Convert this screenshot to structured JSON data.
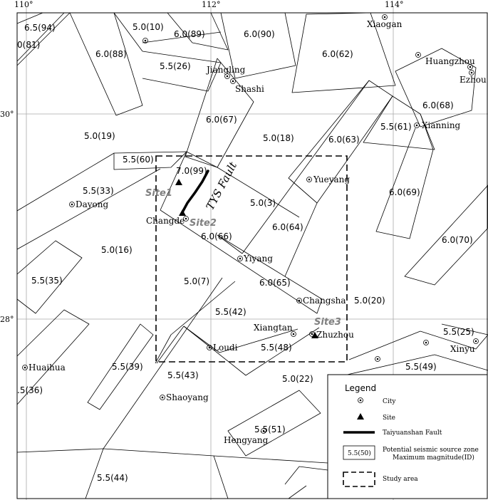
{
  "axes": {
    "lon_ticks": [
      "110°",
      "112°",
      "114°"
    ],
    "lat_ticks": [
      "30°",
      "28°"
    ]
  },
  "zones": [
    "6.5(94)",
    "0(81)",
    "5.0(10)",
    "6.0(89)",
    "6.0(90)",
    "6.0(62)",
    "6.0(88)",
    "5.5(26)",
    "6.0(68)",
    "6.0(67)",
    "5.0(19)",
    "5.0(18)",
    "6.0(63)",
    "5.5(61)",
    "5.5(60)",
    "7.0(99)",
    "5.5(33)",
    "5.0(3)",
    "6.0(69)",
    "6.0(64)",
    "6.0(66)",
    "6.0(70)",
    "5.0(16)",
    "5.5(35)",
    "5.0(7)",
    "6.0(65)",
    "5.0(20)",
    "5.5(42)",
    "5.5(25)",
    "5.5(48)",
    "5.5(39)",
    "5.5(49)",
    "5.5(43)",
    "5.0(22)",
    ".5(36)",
    "5.5(51)",
    "5.5(44)"
  ],
  "cities": [
    "Xiaogan",
    "Huangzhou",
    "Ezhou",
    "Jiangling",
    "Shashi",
    "Xianning",
    "Yueyang",
    "Dayong",
    "Changde",
    "Yiyang",
    "Changsha",
    "Xiangtan",
    "Zhuzhou",
    "Loudi",
    "Xinyu",
    "Huaihua",
    "Shaoyang",
    "Hengyang"
  ],
  "sites": [
    "Site1",
    "Site2",
    "Site3"
  ],
  "fault_label": "TYS Fault",
  "legend": {
    "title": "Legend",
    "city": "City",
    "site": "Site",
    "fault": "Taiyuanshan Fault",
    "zone_sample": "5.5(50)",
    "zone_line1": "Potential seismic source zone",
    "zone_line2": "Maximum magnitude(ID)",
    "study": "Study area"
  }
}
